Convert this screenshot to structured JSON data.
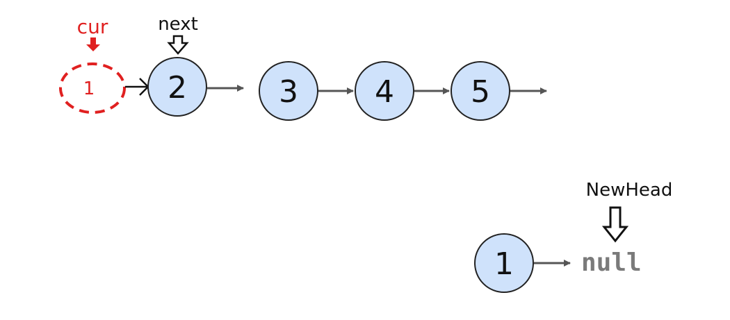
{
  "colors": {
    "node_fill": "#cfe2fb",
    "node_stroke": "#222222",
    "link_arrow": "#555555",
    "pointer_highlight": "#e02020",
    "null_text": "#7a7a7a"
  },
  "pointers": {
    "cur": "cur",
    "next": "next",
    "new_head": "NewHead"
  },
  "original_list": {
    "removed_node": "1",
    "nodes": [
      "2",
      "3",
      "4",
      "5"
    ]
  },
  "reversed_list": {
    "nodes": [
      "1"
    ],
    "terminator": "null"
  }
}
